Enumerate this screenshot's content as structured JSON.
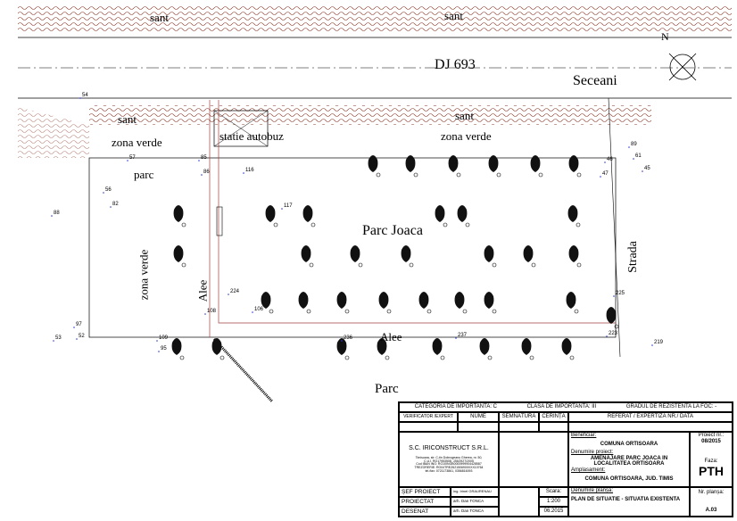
{
  "drawing": {
    "labels": {
      "road": "DJ 693",
      "village": "Seceani",
      "north": "N",
      "ditch": "sant",
      "green_zone": "zona verde",
      "bus_stop": "statie autobuz",
      "park_small": "parc",
      "playground": "Parc Joaca",
      "alley": "Alee",
      "street": "Strada",
      "park": "Parc"
    },
    "sample_points": [
      "116",
      "117",
      "236",
      "237",
      "225",
      "223",
      "219",
      "224",
      "108",
      "106",
      "109",
      "95",
      "97",
      "52",
      "53",
      "54",
      "56",
      "57",
      "82",
      "85",
      "86",
      "88",
      "89",
      "61",
      "45",
      "46",
      "47"
    ],
    "colors": {
      "hatch": "#8a3a2a",
      "points": "#2a3ad8",
      "lines": "#000000"
    }
  },
  "title_block": {
    "categoria": "CATEGORIA DE IMPORTANTA: C",
    "clasa": "CLASA DE IMPORTANTA: III",
    "grad": "GRADUL DE REZISTENTA LA FOC: -",
    "verificator": "VERIFICATOR /EXPERT",
    "nume": "NUME",
    "semnatura": "SEMNĂTURA",
    "cerinta": "CERINȚA",
    "referat": "REFERAT / EXPERTIZĂ NR./ DATA",
    "company": "S.C. IRICONSTRUCT S.R.L.",
    "company_details": [
      "Timisoara, str. C-tin Dobrogeanu Gherea, nr. 50,",
      "C.U.I. RO17953508, J35/2927/2005",
      "Cod IBAN ING: RO10INGB0000999904428587",
      "TREZORERIE: RO04TREZ621506900XXX10764",
      "tel./fax: 0721173861, 0356816093"
    ],
    "beneficiar_label": "Beneficiar:",
    "beneficiar": "COMUNA ORTISOARA",
    "project_name_label": "Denumire proiect:",
    "project_name": "AMENAJARE PARC JOACA IN LOCALITATEA ORTISOARA",
    "location_label": "Amplasament:",
    "location": "COMUNA ORTISOARA, JUD. TIMIS",
    "project_nr_label": "Proiect nr.:",
    "project_nr": "08/2015",
    "phase_label": "Faza:",
    "phase": "PTH",
    "sef_proiect": "ȘEF PROIECT",
    "sef_name": "ing. Irinel GRAURENAU",
    "proiectat": "PROIECTAT",
    "proiectat_name": "arh. Dan TONCA",
    "desenat": "DESENAT",
    "desenat_name": "arh. Dan TONCA",
    "scale_label": "Scara:",
    "scale": "1:200",
    "date": "06.2015",
    "plan_label": "Denumire planșă:",
    "plan": "PLAN DE SITUATIE - SITUATIA EXISTENTA",
    "sheet_label": "Nr. planșa:",
    "sheet": "A.03"
  }
}
